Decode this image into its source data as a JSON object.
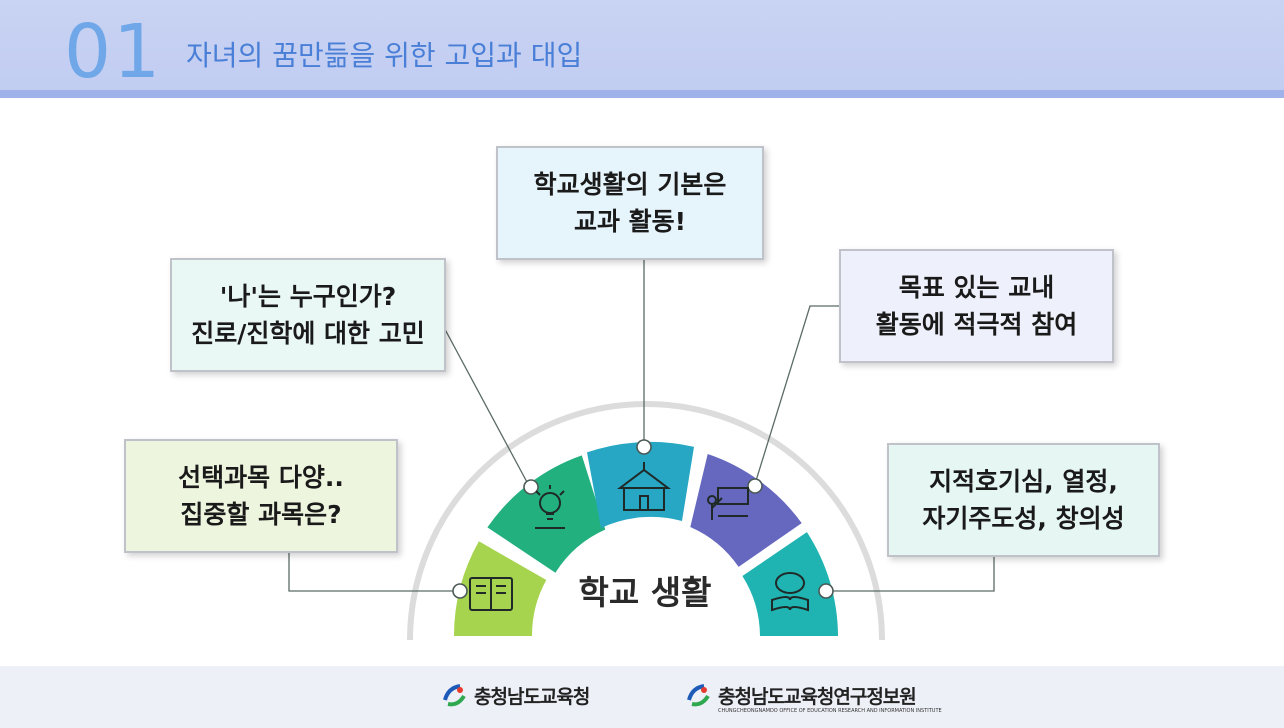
{
  "header": {
    "number": "01",
    "title": "자녀의 꿈만듦을 위한 고입과 대입"
  },
  "boxes": {
    "top": {
      "line1": "학교생활의 기본은",
      "line2": "교과 활동!"
    },
    "lmid": {
      "line1": "'나'는 누구인가?",
      "line2": "진로/진학에 대한 고민"
    },
    "rmid": {
      "line1": "목표 있는 교내",
      "line2": "활동에 적극적 참여"
    },
    "lbot": {
      "line1": "선택과목 다양..",
      "line2": "집중할 과목은?"
    },
    "rbot": {
      "line1": "지적호기심, 열정,",
      "line2": "자기주도성, 창의성"
    }
  },
  "center": {
    "label": "학교 생활"
  },
  "segments": [
    {
      "name": "book",
      "icon": "book-icon",
      "color": "#a6d44e"
    },
    {
      "name": "idea",
      "icon": "lightbulb-icon",
      "color": "#22b07f"
    },
    {
      "name": "school",
      "icon": "school-icon",
      "color": "#27a7c4"
    },
    {
      "name": "teacher",
      "icon": "teacher-icon",
      "color": "#6668c0"
    },
    {
      "name": "brain",
      "icon": "brain-book-icon",
      "color": "#1fb3b2"
    }
  ],
  "footer": {
    "logo1": {
      "name": "충청남도교육청"
    },
    "logo2": {
      "name": "충청남도교육청연구정보원",
      "sub": "CHUNGCHEONGNAMDO OFFICE OF EDUCATION RESEARCH AND INFORMATION INSTITUTE"
    }
  }
}
